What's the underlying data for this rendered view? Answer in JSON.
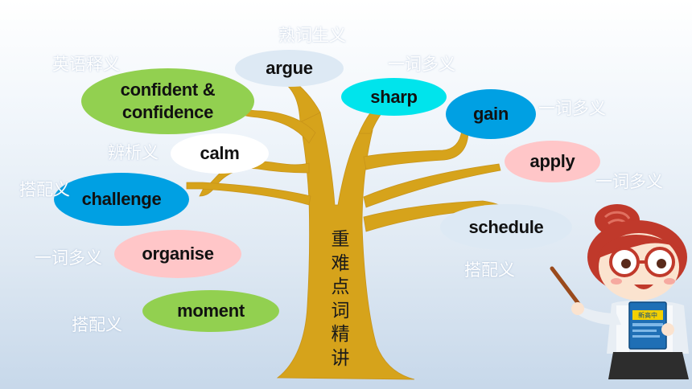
{
  "trunk_title": "重难点词精讲",
  "bubbles": {
    "argue": "argue",
    "confident": "confident & confidence",
    "sharp": "sharp",
    "gain": "gain",
    "calm": "calm",
    "apply": "apply",
    "challenge": "challenge",
    "schedule": "schedule",
    "organise": "organise",
    "moment": "moment"
  },
  "notes": {
    "argue": "熟词生义",
    "confident": "英语释义",
    "sharp": "一词多义",
    "gain": "一词多义",
    "calm": "辨析义",
    "apply": "一词多义",
    "challenge": "搭配义",
    "schedule": "搭配义",
    "organise": "一词多义",
    "moment": "搭配义"
  },
  "book_label": "新高中",
  "colors": {
    "trunk": "#d6a31b",
    "green": "#92d050",
    "cyan": "#00e4ec",
    "blue": "#00a0e3",
    "pink": "#ffc6c8",
    "white": "#ffffff",
    "pale_blue": "#dde9f4"
  }
}
